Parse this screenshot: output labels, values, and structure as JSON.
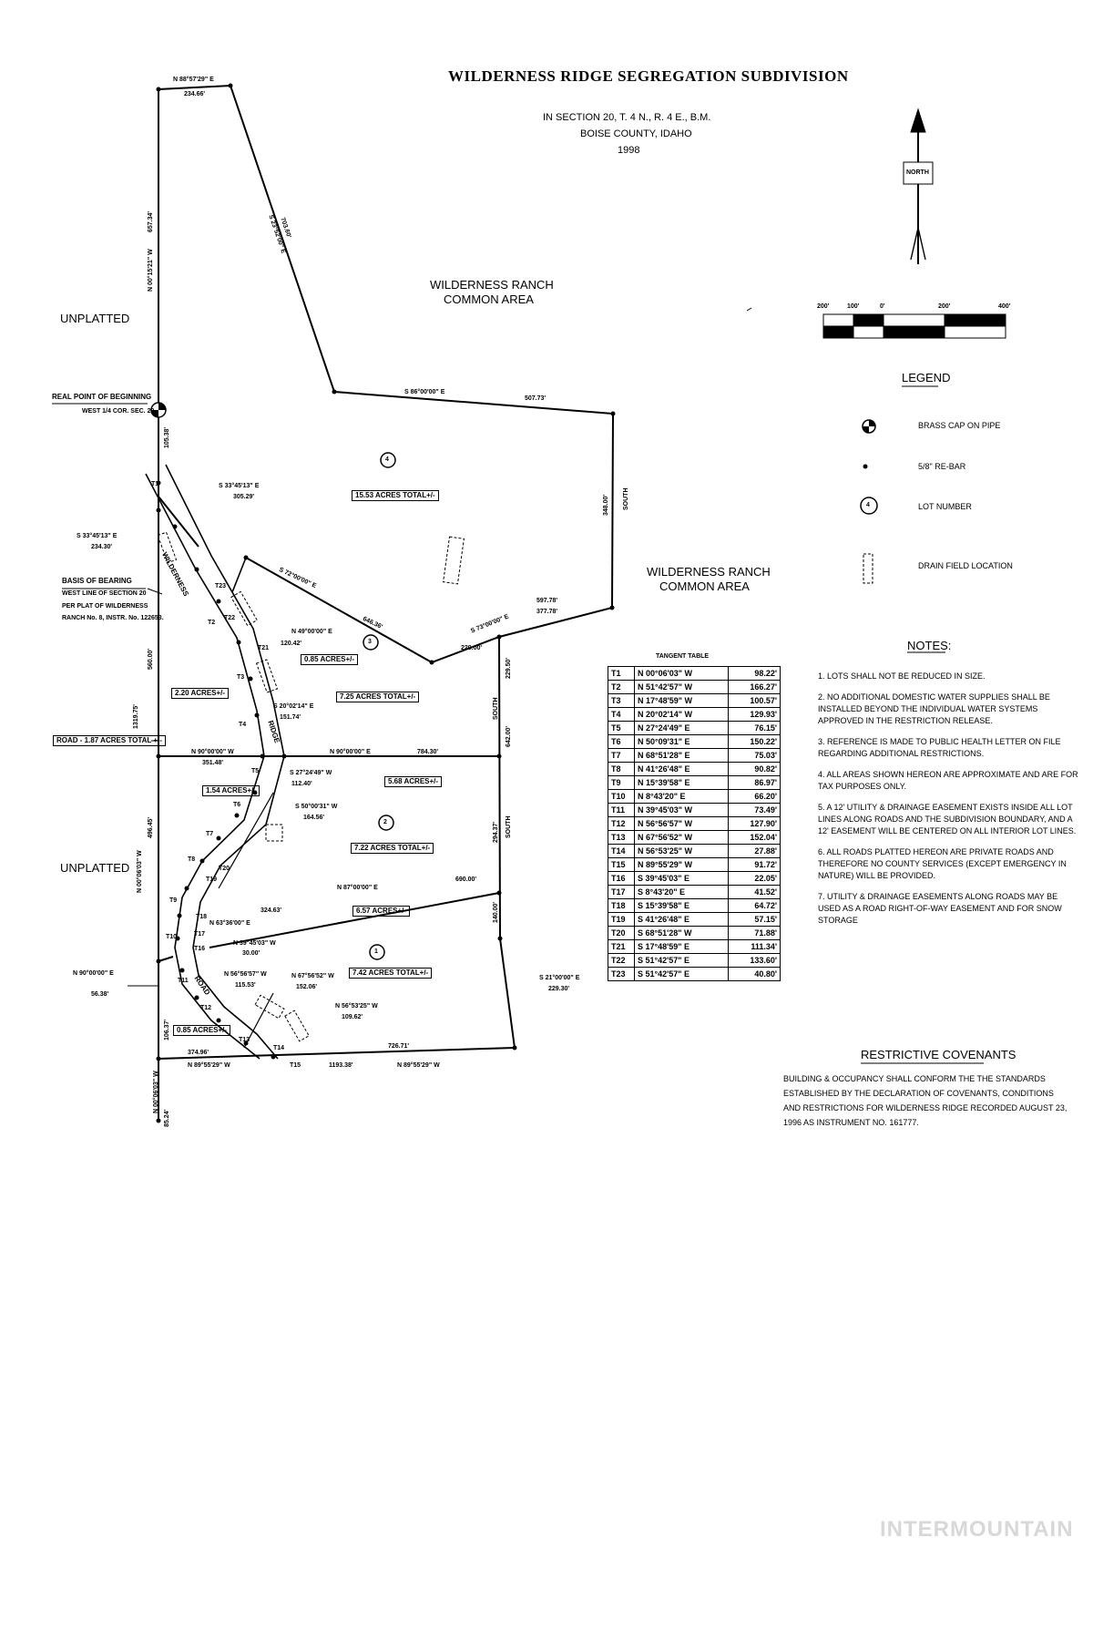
{
  "title": {
    "main": "WILDERNESS RIDGE SEGREGATION SUBDIVISION",
    "lines": [
      "IN SECTION 20, T. 4 N., R. 4 E., B.M.",
      "BOISE COUNTY, IDAHO",
      "1998"
    ]
  },
  "north_arrow": {
    "label": "NORTH"
  },
  "scale_bar": {
    "labels": [
      "200'",
      "100'",
      "0'",
      "200'",
      "400'"
    ]
  },
  "areas": {
    "common_area_top": [
      "WILDERNESS RANCH",
      "COMMON AREA"
    ],
    "common_area_right": [
      "WILDERNESS RANCH",
      "COMMON AREA"
    ],
    "unplatted_top": "UNPLATTED",
    "unplatted_bottom": "UNPLATTED"
  },
  "legend": {
    "title": "LEGEND",
    "items": [
      {
        "symbol": "brass-cap-icon",
        "label": "BRASS CAP ON PIPE"
      },
      {
        "symbol": "rebar-icon",
        "label": "5/8\" RE-BAR"
      },
      {
        "symbol": "lot-number-icon",
        "label": "LOT NUMBER"
      },
      {
        "symbol": "drain-field-icon",
        "label": "DRAIN FIELD LOCATION"
      }
    ]
  },
  "points": {
    "real_pob": "REAL POINT OF BEGINNING",
    "real_pob_sub": "WEST 1/4 COR. SEC. 20.",
    "basis_title": "BASIS OF BEARING",
    "basis_lines": [
      "WEST LINE OF SECTION 20",
      "PER PLAT OF WILDERNESS",
      "RANCH No. 8, INSTR. No. 122653."
    ]
  },
  "lots": {
    "lot4": {
      "number": "4",
      "acres": "15.53 ACRES TOTAL+/-"
    },
    "lot3": {
      "number": "3",
      "acres": "7.25 ACRES TOTAL+/-",
      "part_a": "0.85 ACRES+/-",
      "part_b": "2.20 ACRES+/-"
    },
    "lot2": {
      "number": "2",
      "acres": "7.22 ACRES TOTAL+/-",
      "part_a": "5.68 ACRES+/-",
      "part_b": "1.54 ACRES+/-"
    },
    "lot1": {
      "number": "1",
      "acres": "7.42 ACRES TOTAL+/-",
      "part_a": "6.57 ACRES+/-",
      "part_b": "0.85 ACRES+/-"
    },
    "road": "ROAD - 1.87 ACRES TOTAL +/-"
  },
  "road_names": {
    "a": "WILDERNESS",
    "b": "RIDGE",
    "c": "ROAD"
  },
  "bearings": {
    "top_edge": "N 88°57'29\" E",
    "top_edge_dist": "234.66'",
    "west_upper": "N 00°15'21\" W",
    "west_upper_dist": "657.34'",
    "diag_ne": "S 23°52'00\" E",
    "diag_ne_dist": "703.60'",
    "lot4_north": "S 86°00'00\" E",
    "lot4_north_dist": "507.73'",
    "lot4_east": "SOUTH",
    "lot4_east_dist": "348.00'",
    "s33_a": "S 33°45'13\" E",
    "s33_a_dist": "305.29'",
    "s33_b": "S 33°45'13\" E",
    "s33_b_dist": "234.30'",
    "s72": "S 72°00'00\" E",
    "s72_dist": "646.36'",
    "s73": "S 73°00'00\" E",
    "s73_dist_a": "597.78'",
    "s73_dist_b": "377.78'",
    "s73_dist_c": "220.00'",
    "n49": "N 49°00'00\" E",
    "n49_dist": "120.42'",
    "s20": "S 20°02'14\" E",
    "s20_dist": "151.74'",
    "s27": "S 27°24'49\" W",
    "s27_dist": "112.40'",
    "s50": "S 50°00'31\" W",
    "s50_dist": "164.56'",
    "n90_mid_left": "N 90°00'00\" W",
    "n90_mid_left_dist": "351.48'",
    "n90_mid_right": "N 90°00'00\" E",
    "n90_mid_right_dist": "784.30'",
    "west_mid_a": "1319.75'",
    "west_mid_b": "560.00'",
    "west_lower": "N 00°06'03\" W",
    "west_lower_dist": "496.45'",
    "east_mid": "SOUTH",
    "east_mid_dist": "642.00'",
    "east_mid_total": "294.37'",
    "east_mid_b": "SOUTH",
    "east_mid_b_dist": "229.50'",
    "n87": "N 87°00'00\" E",
    "n87_dist": "690.00'",
    "n63": "N 63°36'00\" E",
    "n63_dist": "324.63'",
    "n39": "N 39°45'03\" W",
    "n39_dist": "30.00'",
    "n56": "N 56°56'57\" W",
    "n56_dist": "115.53'",
    "n67": "N 67°56'52\" W",
    "n67_dist": "152.06'",
    "n56b": "N 56°53'25\" W",
    "n56b_dist": "109.62'",
    "n90_left": "N 90°00'00\" E",
    "n90_left_dist": "56.38'",
    "s21": "S 21°00'00\" E",
    "s21_dist": "229.30'",
    "east_low_dist": "140.00'",
    "bottom_a": "N 89°55'29\" W",
    "bottom_a_dist": "374.96'",
    "bottom_b_dist": "1193.38'",
    "bottom_c": "N 89°55'29\" W",
    "bottom_c_dist": "726.71'",
    "west_bottom": "N 00°06'03\" W",
    "west_bottom_dist": "85.24'",
    "west_small": "106.37'",
    "pob_dist": "105.38'"
  },
  "tangent_table": {
    "title": "TANGENT TABLE",
    "rows": [
      [
        "T1",
        "N 00°06'03\" W",
        "98.22'"
      ],
      [
        "T2",
        "N 51°42'57\" W",
        "166.27'"
      ],
      [
        "T3",
        "N 17°48'59\" W",
        "100.57'"
      ],
      [
        "T4",
        "N 20°02'14\" W",
        "129.93'"
      ],
      [
        "T5",
        "N 27°24'49\" E",
        "76.15'"
      ],
      [
        "T6",
        "N 50°09'31\" E",
        "150.22'"
      ],
      [
        "T7",
        "N 68°51'28\" E",
        "75.03'"
      ],
      [
        "T8",
        "N 41°26'48\" E",
        "90.82'"
      ],
      [
        "T9",
        "N 15°39'58\" E",
        "86.97'"
      ],
      [
        "T10",
        "N 8°43'20\" E",
        "66.20'"
      ],
      [
        "T11",
        "N 39°45'03\" W",
        "73.49'"
      ],
      [
        "T12",
        "N 56°56'57\" W",
        "127.90'"
      ],
      [
        "T13",
        "N 67°56'52\" W",
        "152.04'"
      ],
      [
        "T14",
        "N 56°53'25\" W",
        "27.88'"
      ],
      [
        "T15",
        "N 89°55'29\" W",
        "91.72'"
      ],
      [
        "T16",
        "S 39°45'03\" E",
        "22.05'"
      ],
      [
        "T17",
        "S 8°43'20\" E",
        "41.52'"
      ],
      [
        "T18",
        "S 15°39'58\" E",
        "64.72'"
      ],
      [
        "T19",
        "S 41°26'48\" E",
        "57.15'"
      ],
      [
        "T20",
        "S 68°51'28\" W",
        "71.88'"
      ],
      [
        "T21",
        "S 17°48'59\" E",
        "111.34'"
      ],
      [
        "T22",
        "S 51°42'57\" E",
        "133.60'"
      ],
      [
        "T23",
        "S 51°42'57\" E",
        "40.80'"
      ]
    ]
  },
  "tangent_labels": [
    "T1",
    "T2",
    "T3",
    "T4",
    "T5",
    "T6",
    "T7",
    "T8",
    "T9",
    "T10",
    "T11",
    "T12",
    "T13",
    "T14",
    "T15",
    "T16",
    "T17",
    "T18",
    "T19",
    "T20",
    "T21",
    "T22",
    "T23"
  ],
  "notes": {
    "title": "NOTES:",
    "items": [
      "1. LOTS SHALL NOT BE REDUCED IN SIZE.",
      "2. NO ADDITIONAL DOMESTIC WATER SUPPLIES SHALL BE INSTALLED BEYOND THE INDIVIDUAL WATER SYSTEMS APPROVED IN THE RESTRICTION RELEASE.",
      "3. REFERENCE IS MADE TO PUBLIC HEALTH LETTER ON FILE REGARDING ADDITIONAL RESTRICTIONS.",
      "4. ALL AREAS SHOWN HEREON ARE APPROXIMATE AND ARE FOR TAX PURPOSES ONLY.",
      "5. A 12' UTILITY & DRAINAGE EASEMENT EXISTS INSIDE ALL LOT LINES ALONG ROADS AND THE SUBDIVISION BOUNDARY, AND A 12' EASEMENT WILL BE CENTERED ON ALL INTERIOR LOT LINES.",
      "6. ALL ROADS PLATTED HEREON ARE PRIVATE ROADS AND THEREFORE NO COUNTY SERVICES (EXCEPT EMERGENCY IN NATURE) WILL BE PROVIDED.",
      "7. UTILITY & DRAINAGE EASEMENTS ALONG ROADS MAY BE USED AS A ROAD RIGHT-OF-WAY EASEMENT AND FOR SNOW STORAGE"
    ]
  },
  "covenants": {
    "title": "RESTRICTIVE COVENANTS",
    "text": "BUILDING & OCCUPANCY SHALL CONFORM THE THE STANDARDS ESTABLISHED BY THE DECLARATION OF COVENANTS, CONDITIONS AND RESTRICTIONS FOR WILDERNESS RIDGE RECORDED AUGUST 23, 1996 AS INSTRUMENT NO. 161777."
  },
  "watermark": "INTERMOUNTAIN"
}
